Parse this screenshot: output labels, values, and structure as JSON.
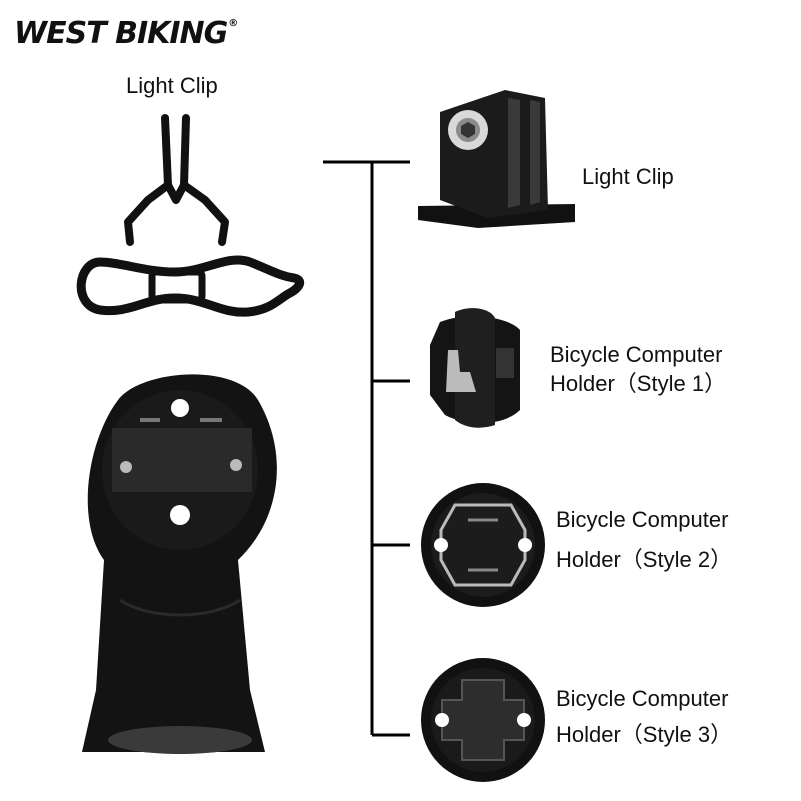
{
  "brand": {
    "name": "WEST BIKING",
    "mark": "®"
  },
  "labels": {
    "light_clip_top": "Light Clip",
    "light_clip_right": "Light Clip",
    "style1": [
      "Bicycle Computer",
      "Holder（Style 1）"
    ],
    "style2": [
      "Bicycle Computer",
      "Holder（Style 2）"
    ],
    "style3": [
      "Bicycle Computer",
      "Holder（Style 3）"
    ]
  },
  "colors": {
    "product": "#111111",
    "line": "#000000",
    "background": "#ffffff"
  }
}
